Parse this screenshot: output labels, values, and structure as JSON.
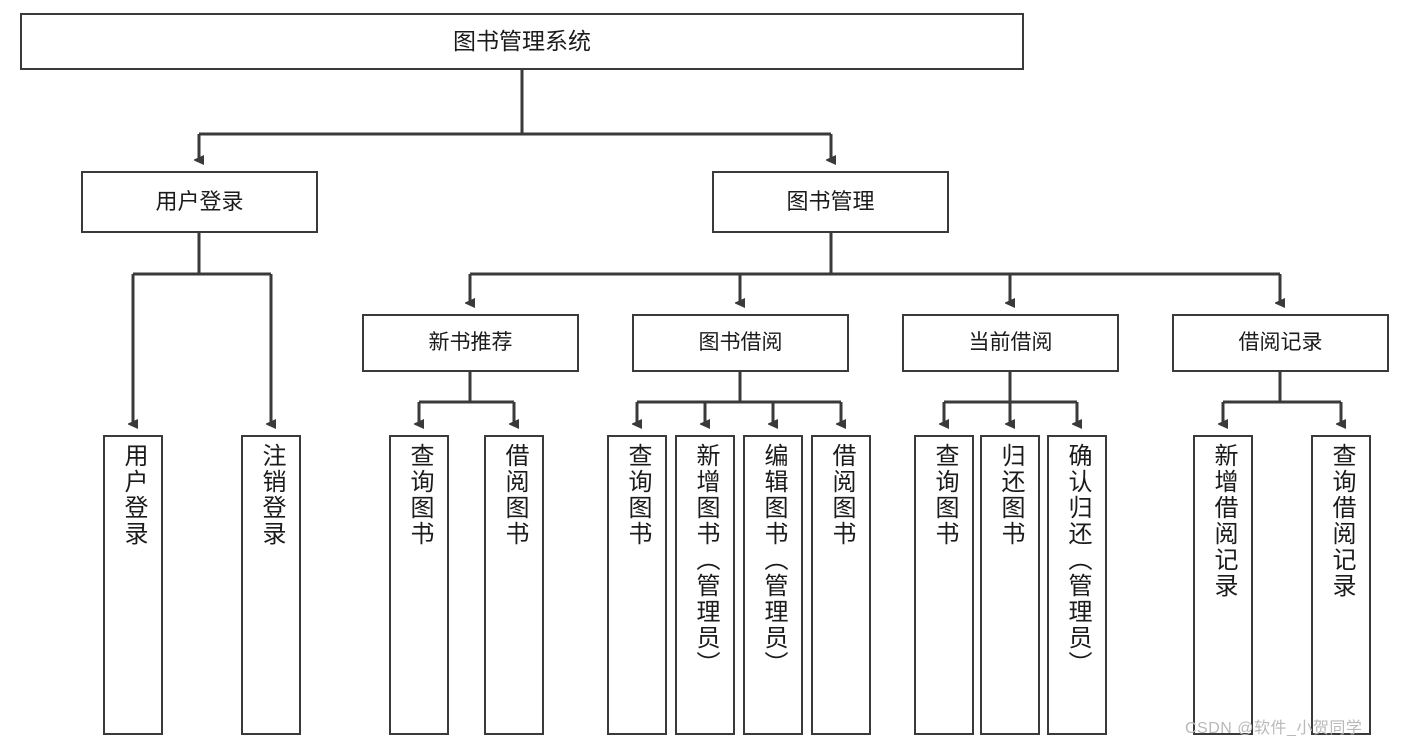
{
  "diagram": {
    "title": "图书管理系统",
    "type": "hierarchy-tree",
    "stroke_color": "#3a3a3a",
    "fill_color": "#ffffff",
    "text_color": "#1b1b1b"
  },
  "root": {
    "label": "图书管理系统"
  },
  "level2": [
    {
      "label": "用户登录"
    },
    {
      "label": "图书管理"
    }
  ],
  "level3": [
    {
      "label": "新书推荐"
    },
    {
      "label": "图书借阅"
    },
    {
      "label": "当前借阅"
    },
    {
      "label": "借阅记录"
    }
  ],
  "leaves": {
    "user_login": [
      {
        "label": "用户登录"
      },
      {
        "label": "注销登录"
      }
    ],
    "new_book_recommend": [
      {
        "label": "查询图书"
      },
      {
        "label": "借阅图书"
      }
    ],
    "book_borrow": [
      {
        "label": "查询图书"
      },
      {
        "label": "新增图书（管理员）"
      },
      {
        "label": "编辑图书（管理员）"
      },
      {
        "label": "借阅图书"
      }
    ],
    "current_borrow": [
      {
        "label": "查询图书"
      },
      {
        "label": "归还图书"
      },
      {
        "label": "确认归还（管理员）"
      }
    ],
    "borrow_record": [
      {
        "label": "新增借阅记录"
      },
      {
        "label": "查询借阅记录"
      }
    ]
  },
  "watermark": {
    "text": "CSDN @软件_小贺同学"
  }
}
